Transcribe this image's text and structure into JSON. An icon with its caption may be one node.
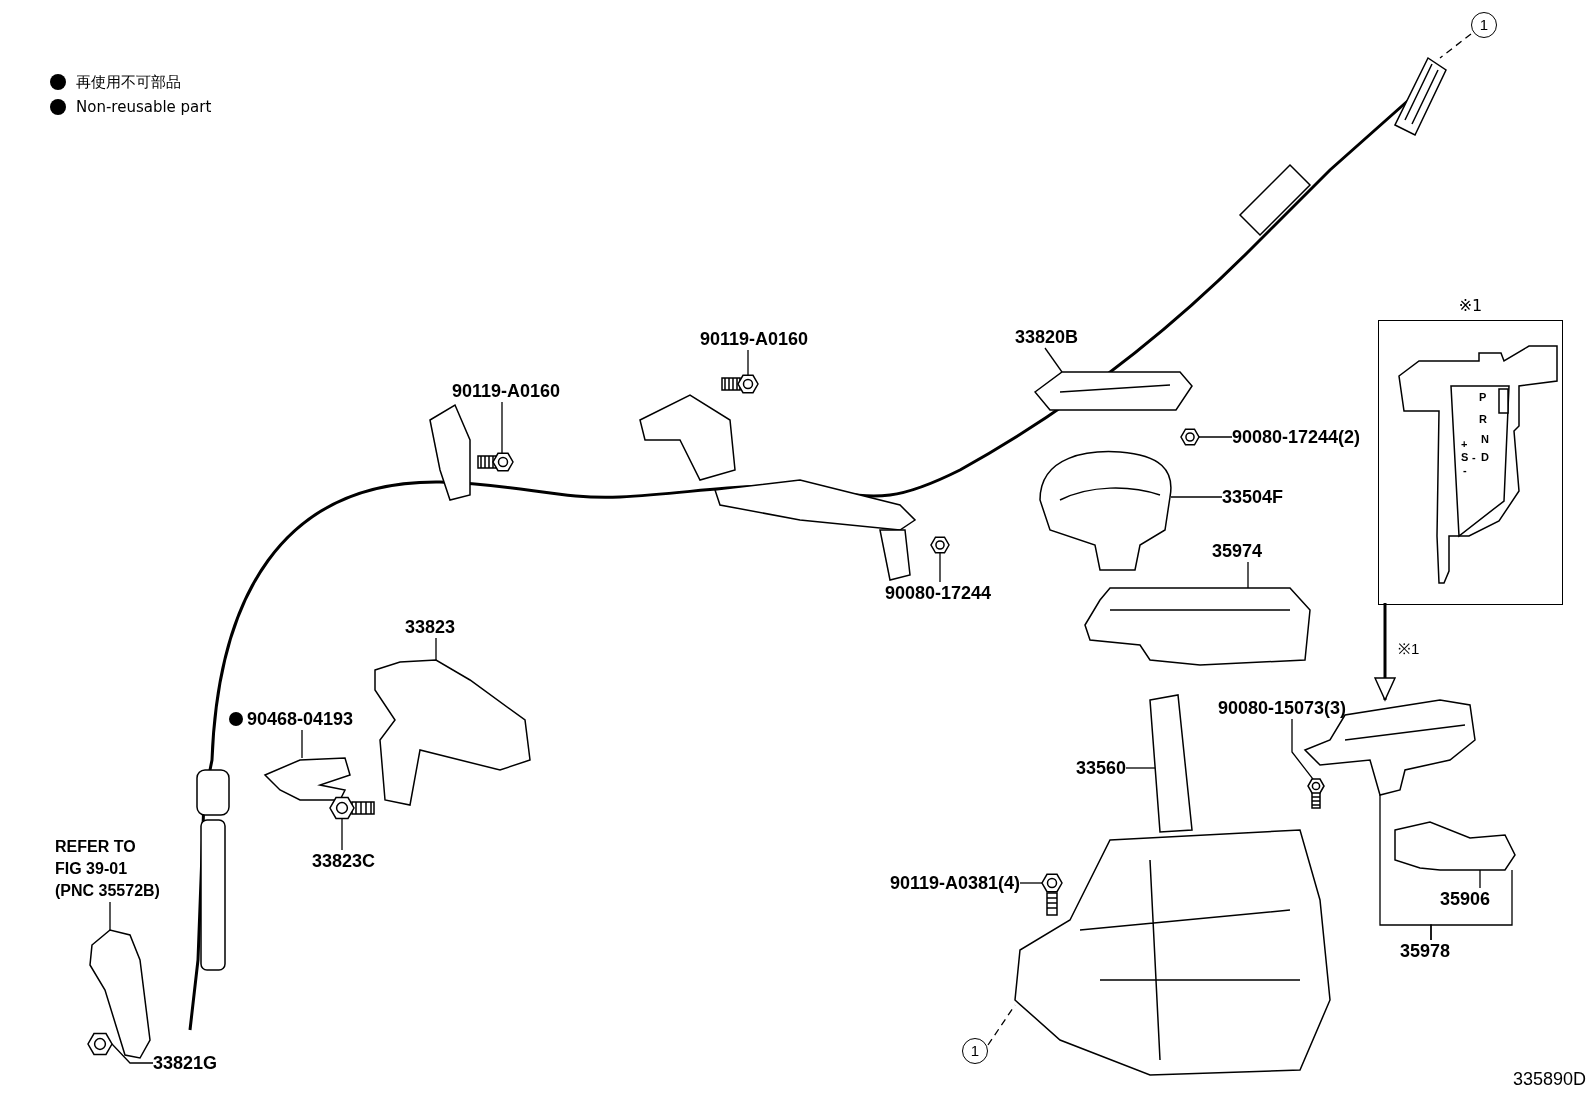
{
  "diagram": {
    "nodes": [
      {
        "text": [
          "90119-A0160"
        ]
      },
      {
        "text": [],
        "shape": "picture"
      },
      {
        "text": [
          "90119-A0160"
        ]
      },
      {
        "text": [],
        "shape": "picture"
      },
      {
        "text": [
          "33820B"
        ]
      },
      {
        "text": [],
        "shape": "picture"
      },
      {
        "text": [],
        "shape": "picture"
      },
      {
        "text": [
          "1"
        ]
      },
      {
        "text": [
          "90080-17244(2)"
        ]
      },
      {
        "text": [],
        "shape": "picture"
      },
      {
        "text": [
          "33504F"
        ]
      },
      {
        "text": [],
        "shape": "picture"
      },
      {
        "text": [
          "35974"
        ]
      },
      {
        "text": [],
        "shape": "picture"
      },
      {
        "text": [
          "90080-17244"
        ]
      },
      {
        "text": [],
        "shape": "picture"
      },
      {
        "text": [
          "33823"
        ]
      },
      {
        "text": [],
        "shape": "picture"
      },
      {
        "text": [
          "90468-04193"
        ]
      },
      {
        "text": [],
        "shape": "picture"
      },
      {
        "text": [
          "33823C"
        ]
      },
      {
        "text": [],
        "shape": "picture"
      },
      {
        "text": [
          "REFER TO FIG 39-01 (PNC 35572B)"
        ]
      },
      {
        "text": [],
        "shape": "picture"
      },
      {
        "text": [
          "33821G"
        ]
      },
      {
        "text": [],
        "shape": "picture"
      },
      {
        "text": [
          "33560"
        ]
      },
      {
        "text": [],
        "shape": "picture"
      },
      {
        "text": [
          "90119-A0381(4)"
        ]
      },
      {
        "text": [],
        "shape": "picture"
      },
      {
        "text": [
          "1"
        ]
      },
      {
        "text": [
          "※1"
        ]
      },
      {
        "text": [],
        "shape": "picture",
        "in": 31
      },
      {
        "text": [
          "90080-15073(3)"
        ]
      },
      {
        "text": [],
        "shape": "picture"
      },
      {
        "text": [
          "35978"
        ]
      },
      {
        "text": [],
        "shape": "picture"
      },
      {
        "text": [
          "35906"
        ]
      },
      {
        "text": [],
        "shape": "picture"
      }
    ],
    "edges": [
      {
        "from": 0,
        "to": 1,
        "arrow": "none"
      },
      {
        "from": 2,
        "to": 3,
        "arrow": "none"
      },
      {
        "from": 4,
        "to": 5,
        "arrow": "none"
      },
      {
        "from": 7,
        "to": 6,
        "arrow": "none",
        "style": "dashed"
      },
      {
        "from": 8,
        "to": 9,
        "arrow": "none"
      },
      {
        "from": 10,
        "to": 11,
        "arrow": "none"
      },
      {
        "from": 12,
        "to": 13,
        "arrow": "none"
      },
      {
        "from": 14,
        "to": 15,
        "arrow": "none"
      },
      {
        "from": 16,
        "to": 17,
        "arrow": "none"
      },
      {
        "from": 18,
        "to": 19,
        "arrow": "none"
      },
      {
        "from": 20,
        "to": 21,
        "arrow": "none"
      },
      {
        "from": 22,
        "to": 23,
        "arrow": "none"
      },
      {
        "from": 24,
        "to": 25,
        "arrow": "none"
      },
      {
        "from": 26,
        "to": 27,
        "arrow": "none"
      },
      {
        "from": 28,
        "to": 29,
        "arrow": "none"
      },
      {
        "from": 30,
        "to": 27,
        "arrow": "none",
        "style": "dashed"
      },
      {
        "from": 31,
        "to": 36,
        "arrow": "to",
        "label": "※1"
      },
      {
        "from": 33,
        "to": 34,
        "arrow": "none"
      },
      {
        "from": 35,
        "to": 36,
        "arrow": "none"
      },
      {
        "from": 35,
        "to": 38,
        "arrow": "none"
      },
      {
        "from": 37,
        "to": 38,
        "arrow": "none"
      }
    ],
    "labels": [
      "P",
      "R",
      "N",
      "+",
      "S",
      "-",
      "D",
      "-",
      "335890D"
    ],
    "legend": [
      {
        "text": "再使用不可部品"
      },
      {
        "text": "Non-reusable part"
      }
    ]
  }
}
